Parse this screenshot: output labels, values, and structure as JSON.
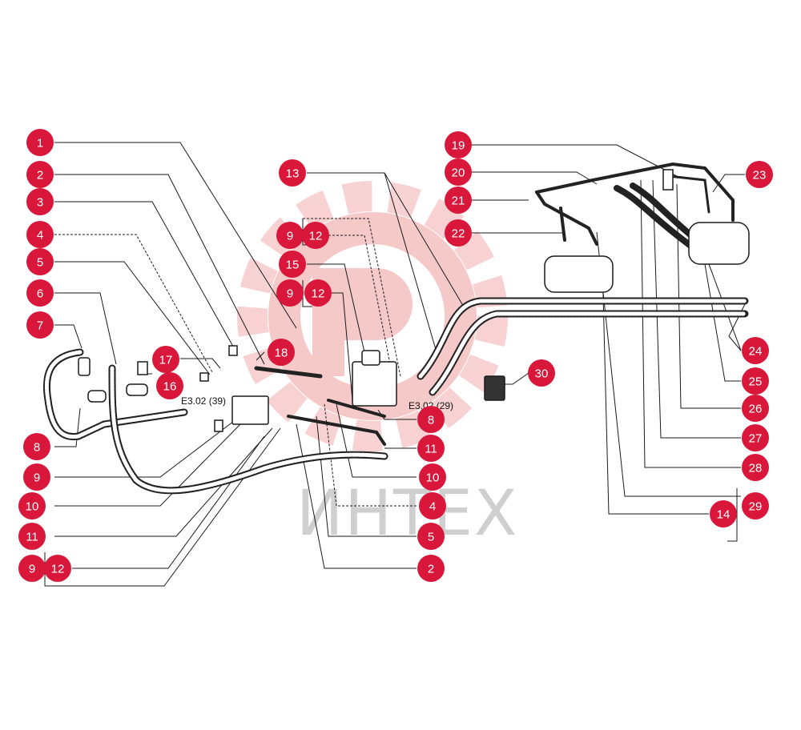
{
  "colors": {
    "callout": "#d9173a",
    "line": "#1a1a1a",
    "watermark_gear": "#f4b7b7",
    "watermark_text": "#cfcfcf"
  },
  "watermark": {
    "text": "ИНТЕХ",
    "icon": "gear-logo"
  },
  "references": {
    "left": "E3.02 (39)",
    "right": "E3.02 (29)"
  },
  "callouts": [
    {
      "id": "c1",
      "label": "1"
    },
    {
      "id": "c2a",
      "label": "2"
    },
    {
      "id": "c3",
      "label": "3"
    },
    {
      "id": "c4a",
      "label": "4"
    },
    {
      "id": "c5a",
      "label": "5"
    },
    {
      "id": "c6",
      "label": "6"
    },
    {
      "id": "c7",
      "label": "7"
    },
    {
      "id": "c8a",
      "label": "8"
    },
    {
      "id": "c9a",
      "label": "9"
    },
    {
      "id": "c10a",
      "label": "10"
    },
    {
      "id": "c11a",
      "label": "11"
    },
    {
      "id": "c9b",
      "label": "9"
    },
    {
      "id": "c12a",
      "label": "12"
    },
    {
      "id": "c13",
      "label": "13"
    },
    {
      "id": "c9c",
      "label": "9"
    },
    {
      "id": "c12b",
      "label": "12"
    },
    {
      "id": "c15",
      "label": "15"
    },
    {
      "id": "c9d",
      "label": "9"
    },
    {
      "id": "c12c",
      "label": "12"
    },
    {
      "id": "c16",
      "label": "16"
    },
    {
      "id": "c17",
      "label": "17"
    },
    {
      "id": "c18",
      "label": "18"
    },
    {
      "id": "c8b",
      "label": "8"
    },
    {
      "id": "c11b",
      "label": "11"
    },
    {
      "id": "c10b",
      "label": "10"
    },
    {
      "id": "c4b",
      "label": "4"
    },
    {
      "id": "c5b",
      "label": "5"
    },
    {
      "id": "c2b",
      "label": "2"
    },
    {
      "id": "c19",
      "label": "19"
    },
    {
      "id": "c20",
      "label": "20"
    },
    {
      "id": "c21",
      "label": "21"
    },
    {
      "id": "c22",
      "label": "22"
    },
    {
      "id": "c23",
      "label": "23"
    },
    {
      "id": "c24",
      "label": "24"
    },
    {
      "id": "c25",
      "label": "25"
    },
    {
      "id": "c26",
      "label": "26"
    },
    {
      "id": "c27",
      "label": "27"
    },
    {
      "id": "c28",
      "label": "28"
    },
    {
      "id": "c29",
      "label": "29"
    },
    {
      "id": "c14",
      "label": "14"
    },
    {
      "id": "c30",
      "label": "30"
    }
  ]
}
